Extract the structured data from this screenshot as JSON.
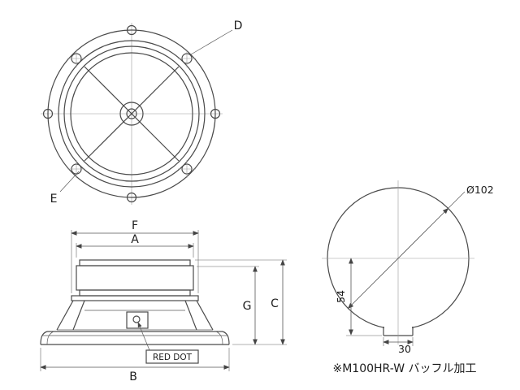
{
  "meta": {
    "bg_color": "#ffffff",
    "line_color": "#4a4a4a"
  },
  "front_view": {
    "label_d": "D",
    "label_e": "E"
  },
  "side_view": {
    "dim_f": "F",
    "dim_a": "A",
    "dim_g": "G",
    "dim_c": "C",
    "dim_b": "B",
    "red_dot_label": "RED DOT"
  },
  "rear_view": {
    "diameter": "Ø102",
    "height": "54",
    "tab_width": "30"
  },
  "caption": "※M100HR-W  バッフル加工"
}
